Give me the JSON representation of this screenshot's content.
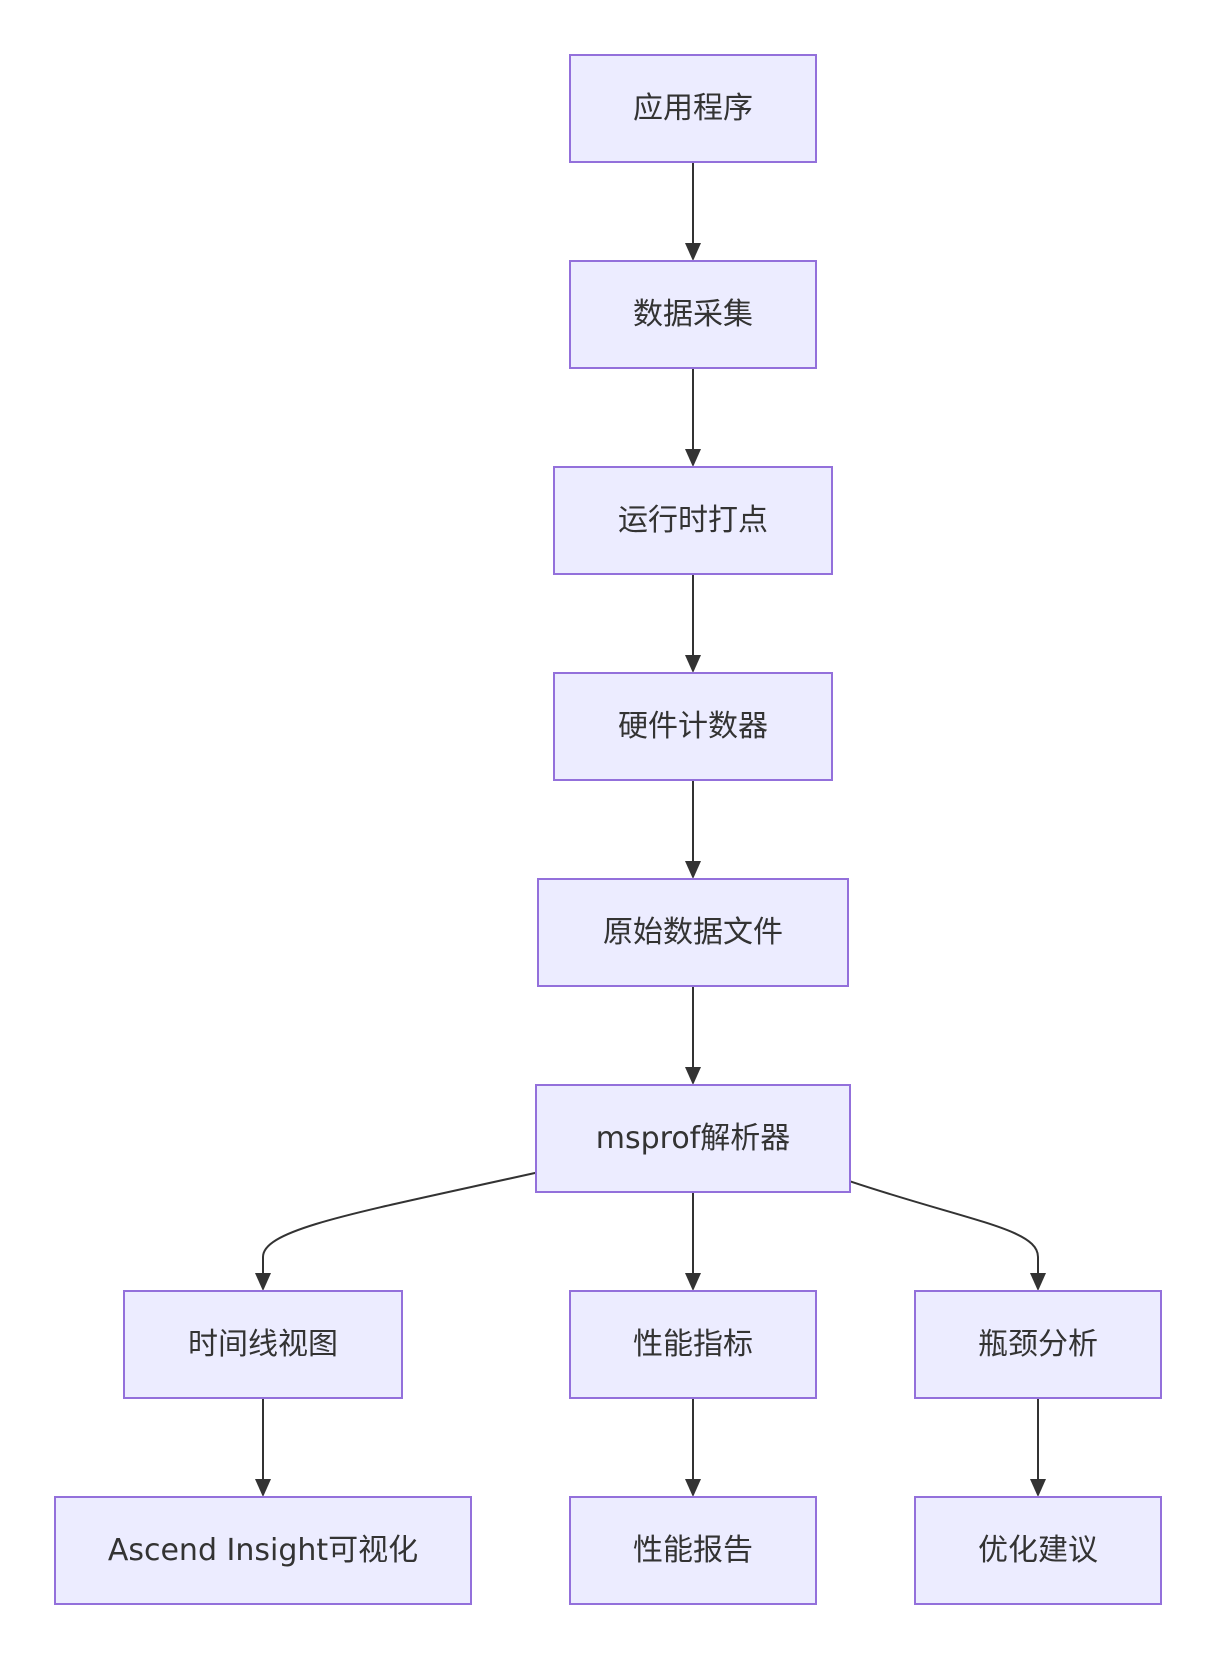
{
  "nodes": {
    "app": "应用程序",
    "collect": "数据采集",
    "runtime": "运行时打点",
    "hwcounter": "硬件计数器",
    "rawfile": "原始数据文件",
    "parser": "msprof解析器",
    "timeline": "时间线视图",
    "metrics": "性能指标",
    "bottleneck": "瓶颈分析",
    "insight": "Ascend Insight可视化",
    "report": "性能报告",
    "advice": "优化建议"
  },
  "edges": [
    [
      "app",
      "collect"
    ],
    [
      "collect",
      "runtime"
    ],
    [
      "runtime",
      "hwcounter"
    ],
    [
      "hwcounter",
      "rawfile"
    ],
    [
      "rawfile",
      "parser"
    ],
    [
      "parser",
      "timeline"
    ],
    [
      "parser",
      "metrics"
    ],
    [
      "parser",
      "bottleneck"
    ],
    [
      "timeline",
      "insight"
    ],
    [
      "metrics",
      "report"
    ],
    [
      "bottleneck",
      "advice"
    ]
  ],
  "colors": {
    "node_fill": "#ECECFF",
    "node_stroke": "#9370DB",
    "edge": "#333333",
    "text": "#333333"
  }
}
